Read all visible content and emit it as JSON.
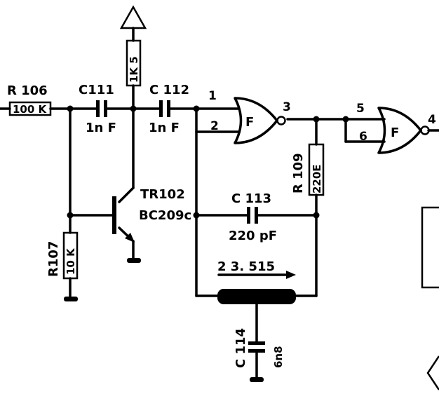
{
  "components": {
    "r106": {
      "ref": "R 106",
      "value": "100 K"
    },
    "r107": {
      "ref": "R107",
      "value": "10 K"
    },
    "r108": {
      "value": "1K 5"
    },
    "r109": {
      "ref": "R 109",
      "value": "220E"
    },
    "c111": {
      "ref": "C111",
      "value": "1n F"
    },
    "c112": {
      "ref": "C 112",
      "value": "1n F"
    },
    "c113": {
      "ref": "C 113",
      "value": "220 pF"
    },
    "c114": {
      "ref": "C 114",
      "value": "6n8"
    },
    "tr102": {
      "ref": "TR102",
      "part": "BC209c"
    },
    "crystal": {
      "value": "2 3. 515"
    }
  },
  "gates": [
    {
      "label": "F",
      "in1": "1",
      "in2": "2",
      "out": "3"
    },
    {
      "label": "F",
      "in1": "5",
      "in2": "6",
      "out": "4"
    }
  ]
}
